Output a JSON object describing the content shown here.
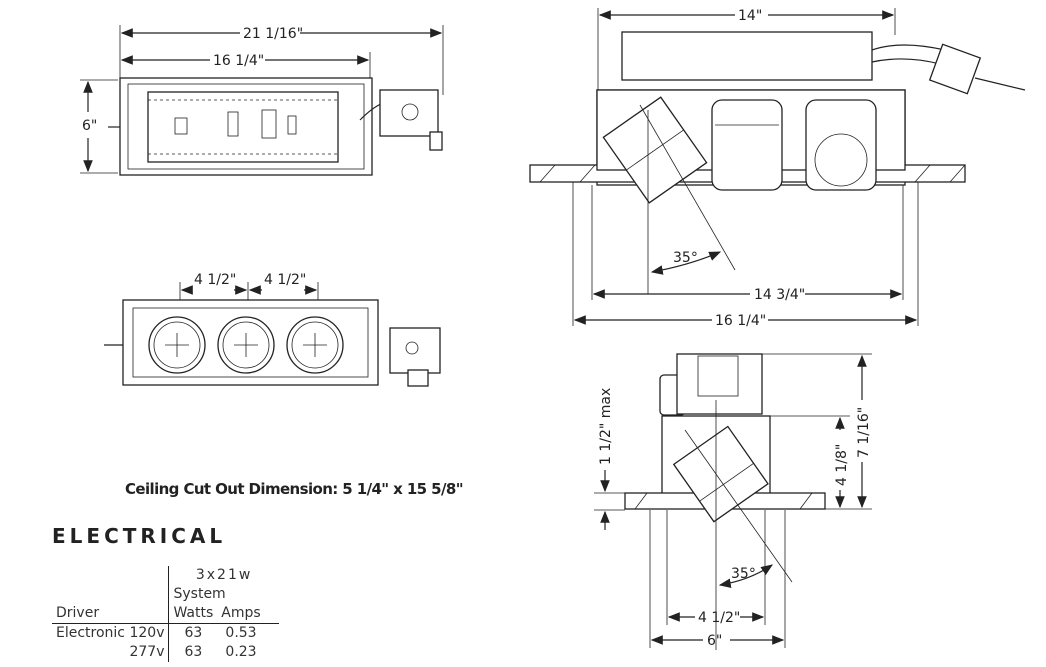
{
  "top_view": {
    "overall_length": "21 1/16\"",
    "housing_length": "16 1/4\"",
    "width": "6\""
  },
  "bottom_view": {
    "spacing_1": "4 1/2\"",
    "spacing_2": "4 1/2\""
  },
  "side_view": {
    "box_length": "14\"",
    "tilt_angle": "35°",
    "inner_length": "14 3/4\"",
    "outer_length": "16 1/4\""
  },
  "end_view": {
    "ceiling_thickness": "1 1/2\" max",
    "housing_height": "4 1/8\"",
    "overall_height": "7 1/16\"",
    "tilt_angle": "35°",
    "aperture": "4 1/2\"",
    "flange": "6\""
  },
  "ceiling_cutout": "Ceiling Cut Out Dimension: 5 1/4\" x 15 5/8\"",
  "electrical": {
    "title": "ELECTRICAL",
    "config": "3x21w",
    "headers": {
      "driver": "Driver",
      "system": "System",
      "watts": "Watts",
      "amps": "Amps"
    },
    "rows": [
      {
        "driver": "Electronic",
        "voltage": "120v",
        "watts": "63",
        "amps": "0.53"
      },
      {
        "driver": "",
        "voltage": "277v",
        "watts": "63",
        "amps": "0.23"
      }
    ]
  }
}
